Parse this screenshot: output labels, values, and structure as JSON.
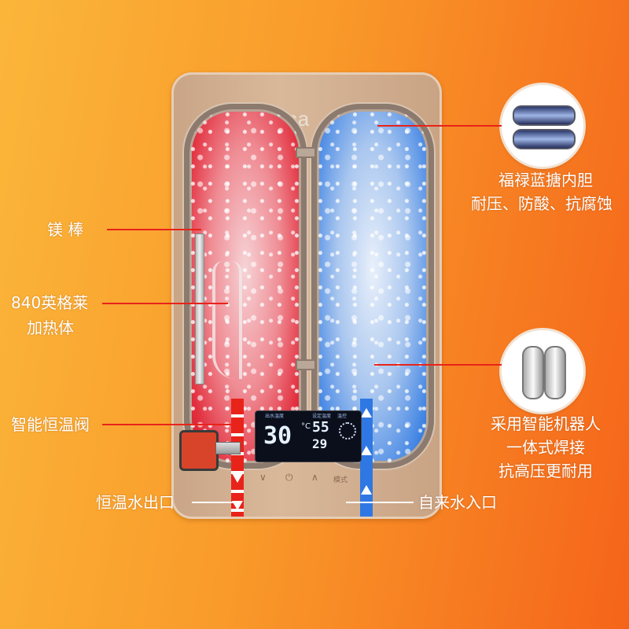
{
  "heater": {
    "brand": "ica",
    "display": {
      "temperature": "30",
      "temp_unit": "°C",
      "value_top": "55",
      "value_bottom": "29",
      "small_label_1": "出水温度",
      "small_label_2": "设定温度",
      "small_label_3": "温控",
      "mode_label": "模式"
    }
  },
  "labels": {
    "magnesium_rod": "镁 棒",
    "heater_line1": "840英格莱",
    "heater_line2": "加热体",
    "thermostatic_valve": "智能恒温阀",
    "outlet": "恒温水出口",
    "tank_line1": "福禄蓝搪内胆",
    "tank_line2": "耐压、防酸、抗腐蚀",
    "weld_line1": "采用智能机器人",
    "weld_line2": "一体式焊接",
    "weld_line3": "抗高压更耐用",
    "inlet": "自来水入口"
  },
  "colors": {
    "background_left": "#fbb63a",
    "background_right": "#f5641a",
    "hot_water": "#e2303f",
    "cold_water": "#2f78e3",
    "leader_line": "#e8231a"
  },
  "icons": {
    "tank_thumbnail": "enamel-tank-icon",
    "weld_thumbnail": "welded-cylinders-icon",
    "power": "power-icon"
  }
}
